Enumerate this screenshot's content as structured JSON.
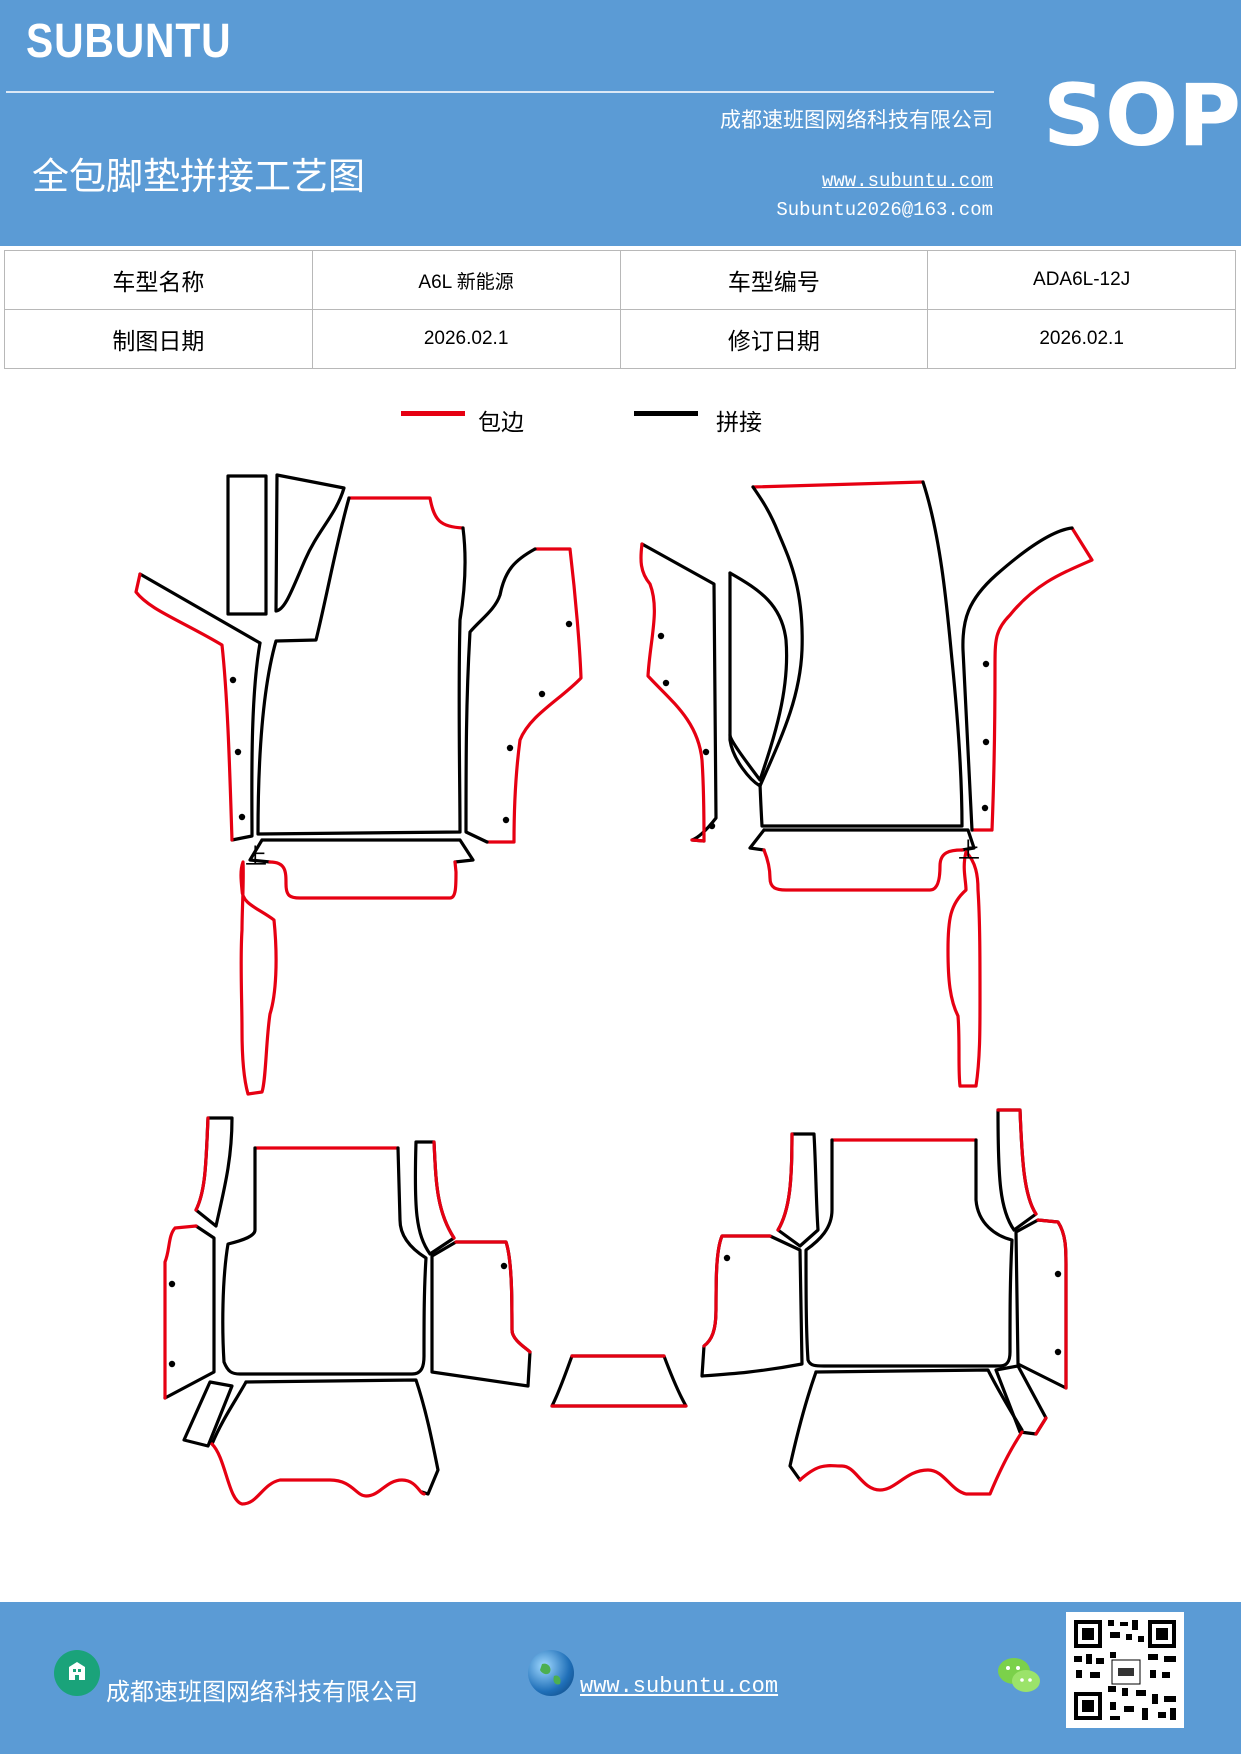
{
  "header": {
    "brand": "SUBUNTU",
    "company": "成都速班图网络科技有限公司",
    "title": "全包脚垫拼接工艺图",
    "website": "www.subuntu.com",
    "email": "Subuntu2026@163.com",
    "sop": "SOP"
  },
  "info": {
    "model_name_label": "车型名称",
    "model_name": "A6L 新能源",
    "model_code_label": "车型编号",
    "model_code": "ADA6L-12J",
    "draw_date_label": "制图日期",
    "draw_date": "2026.02.1",
    "revise_date_label": "修订日期",
    "revise_date": "2026.02.1"
  },
  "legend": {
    "edge_label": "包边",
    "edge_color": "#e60012",
    "splice_label": "拼接",
    "splice_color": "#000000"
  },
  "diagram": {
    "mark_left": "上",
    "mark_right": "上"
  },
  "footer": {
    "company": "成都速班图网络科技有限公司",
    "website": "www.subuntu.com "
  }
}
